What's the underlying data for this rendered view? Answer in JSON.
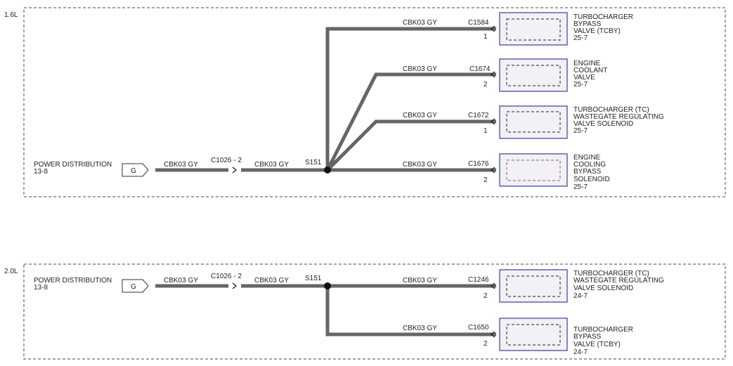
{
  "variants": [
    {
      "label": "1.6L",
      "source": {
        "name": "POWER DISTRIBUTION",
        "ref": "13-8",
        "tag": "G"
      },
      "wire_left": "CBK03  GY",
      "inline_connector": "C1026 - 2",
      "wire_mid": "CBK03  GY",
      "splice": "S151",
      "branches": [
        {
          "wire": "CBK03  GY",
          "connector": "C1584",
          "pin": "1",
          "component": [
            "TURBOCHARGER",
            "BYPASS",
            "VALVE (TCBY)",
            "25-7"
          ]
        },
        {
          "wire": "CBK03  GY",
          "connector": "C1674",
          "pin": "2",
          "component": [
            "ENGINE",
            "COOLANT",
            "VALVE",
            "25-7"
          ]
        },
        {
          "wire": "CBK03  GY",
          "connector": "C1672",
          "pin": "1",
          "component": [
            "TURBOCHARGER (TC)",
            "WASTEGATE REGULATING",
            "VALVE SOLENOID",
            "25-7"
          ]
        },
        {
          "wire": "CBK03  GY",
          "connector": "C1676",
          "pin": "2",
          "component": [
            "ENGINE",
            "COOLING",
            "BYPASS",
            "SOLENOID",
            "25-7"
          ]
        }
      ]
    },
    {
      "label": "2.0L",
      "source": {
        "name": "POWER DISTRIBUTION",
        "ref": "13-8",
        "tag": "G"
      },
      "wire_left": "CBK03  GY",
      "inline_connector": "C1026 - 2",
      "wire_mid": "CBK03  GY",
      "splice": "S151",
      "branches": [
        {
          "wire": "CBK03  GY",
          "connector": "C1246",
          "pin": "2",
          "component": [
            "TURBOCHARGER (TC)",
            "WASTEGATE REGULATING",
            "VALVE SOLENOID",
            "24-7"
          ]
        },
        {
          "wire": "CBK03  GY",
          "connector": "C1650",
          "pin": "2",
          "component": [
            "TURBOCHARGER",
            "BYPASS",
            "VALVE (TCBY)",
            "24-7"
          ]
        }
      ]
    }
  ],
  "colors": {
    "wire": "#666666",
    "component_border": "#3b3b9a",
    "component_fill": "#f1f1f6"
  }
}
